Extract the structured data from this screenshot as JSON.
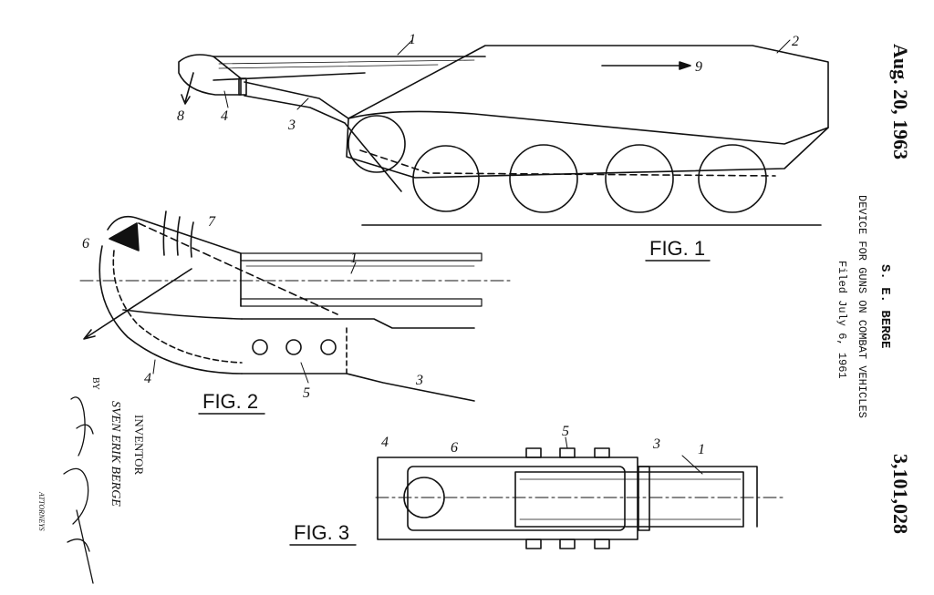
{
  "header": {
    "date": "Aug. 20, 1963",
    "inventor_name": "S. E. BERGE",
    "title": "DEVICE FOR GUNS ON COMBAT VEHICLES",
    "filed": "Filed July 6, 1961",
    "patent_number": "3,101,028"
  },
  "figures": {
    "fig1": {
      "label": "FIG. 1",
      "refs": {
        "r1": "1",
        "r2": "2",
        "r3": "3",
        "r4": "4",
        "r8": "8",
        "r9": "9"
      }
    },
    "fig2": {
      "label": "FIG. 2",
      "refs": {
        "r1": "1",
        "r3": "3",
        "r4": "4",
        "r5": "5",
        "r6": "6",
        "r7": "7"
      }
    },
    "fig3": {
      "label": "FIG. 3",
      "refs": {
        "r1": "1",
        "r3": "3",
        "r4": "4",
        "r5": "5",
        "r6": "6"
      }
    }
  },
  "inventor_block": {
    "heading": "INVENTOR",
    "name": "SVEN ERIK BERGE",
    "by": "BY",
    "attorneys": "ATTORNEYS"
  }
}
